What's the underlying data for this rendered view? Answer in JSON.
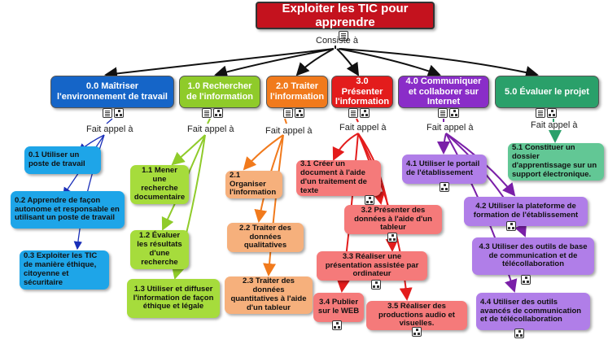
{
  "title": "Exploiter les TIC pour apprendre",
  "root_link": "Consiste à",
  "link_label": "Fait appel à",
  "colors": {
    "title": "#c4121e",
    "c0": "#1565c8",
    "c0_sub": "#1ea5e8",
    "c1": "#8fcb2a",
    "c1_sub": "#a6dc3c",
    "c2": "#f17a1c",
    "c2_sub": "#f6b07c",
    "c3": "#e31c1c",
    "c3_sub": "#f57a7a",
    "c4": "#8a2dc8",
    "c4_sub": "#b07ee8",
    "c5": "#2aa06a",
    "c5_sub": "#62c795"
  },
  "categories": [
    {
      "label": "0.0 Maîtriser l'environnement de travail"
    },
    {
      "label": "1.0 Rechercher de l'information"
    },
    {
      "label": "2.0 Traiter l'information"
    },
    {
      "label": "3.0 Présenter l'information"
    },
    {
      "label": "4.0 Communiquer et collaborer sur Internet"
    },
    {
      "label": "5.0 Évaluer le projet"
    }
  ],
  "subs": {
    "c0": [
      "0.1 Utiliser un poste de travail",
      "0.2 Apprendre de façon autonome et responsable en utilisant un poste de travail",
      "0.3 Exploiter les TIC de manière éthique, citoyenne et sécuritaire"
    ],
    "c1": [
      "1.1 Mener une recherche documentaire",
      "1.2 Évaluer les résultats d'une recherche",
      "1.3 Utiliser et diffuser l'information de façon éthique et légale"
    ],
    "c2": [
      "2.1 Organiser l'information",
      "2.2 Traiter des données qualitatives",
      "2.3 Traiter des données quantitatives à l'aide d'un tableur"
    ],
    "c3": [
      "3.1 Créer un document à l'aide d'un traitement de texte",
      "3.2 Présenter des données à l'aide d'un tableur",
      "3.3  Réaliser une présentation assistée par ordinateur",
      "3.4 Publier sur le WEB",
      "3.5 Réaliser des productions audio et visuelles."
    ],
    "c4": [
      "4.1 Utiliser le portail de l'établissement",
      "4.2 Utiliser la plateforme de formation de l'établissement",
      "4.3 Utiliser des outils de base de communication et de télécollaboration",
      "4.4 Utiliser des outils avancés de communication et de télécollaboration"
    ],
    "c5": [
      "5.1 Constituer un dossier d'apprentissage sur un support électronique."
    ]
  }
}
